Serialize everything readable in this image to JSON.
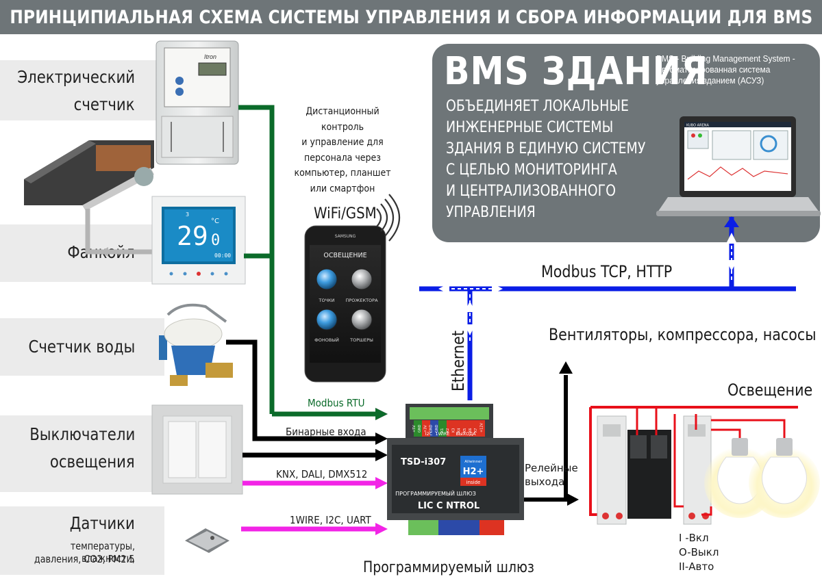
{
  "title": "ПРИНЦИПИАЛЬНАЯ СХЕМА СИСТЕМЫ УПРАВЛЕНИЯ И СБОРА ИНФОРМАЦИИ ДЛЯ BMS",
  "left_labels": {
    "meter_line1": "Электрический",
    "meter_line2": "счетчик",
    "fancoil": "Фанкойл",
    "water_meter": "Счетчик воды",
    "switches_line1": "Выключатели",
    "switches_line2": "освещения",
    "sensors": "Датчики",
    "sensors_sub_line1": "температуры, влажности,",
    "sensors_sub_line2": "давления, CO2, PM2.5"
  },
  "bms": {
    "title": "BMS ЗДАНИЯ",
    "subtitle_line1": "BMS - Building Management System -",
    "subtitle_line2": "Автоматизированная система",
    "subtitle_line3": "управления зданием (АСУЗ)",
    "body": [
      "ОБЪЕДИНЯЕТ ЛОКАЛЬНЫЕ",
      "ИНЖЕНЕРНЫЕ СИСТЕМЫ",
      "ЗДАНИЯ В ЕДИНУЮ СИСТЕМУ",
      "С ЦЕЛЬЮ МОНИТОРИНГА",
      "И ЦЕНТРАЛИЗОВАННОГО",
      "УПРАВЛЕНИЯ"
    ]
  },
  "remote": [
    "Дистанционный",
    "контроль",
    "и управление для",
    "персонала через",
    "компьютер, планшет",
    "или смартфон"
  ],
  "wifi_label": "WiFi/GSM",
  "phone": {
    "brand": "SAMSUNG",
    "screen_title": "ОСВЕЩЕНИЕ",
    "buttons": [
      "ТОЧКИ",
      "ПРОЖЕКТОРА",
      "ФОНОВЫЙ",
      "ТОРШЕРЫ"
    ]
  },
  "thermostat": {
    "temperature": "29",
    "decimal": "0",
    "unit": "°C",
    "time": "00:00",
    "mode": "3"
  },
  "meter": {
    "brand": "Itron"
  },
  "connections": {
    "modbus_tcp": "Modbus TCP, HTTP",
    "ethernet": "Ethernet",
    "modbus_rtu": "Modbus RTU",
    "binary_inputs": "Бинарные входа",
    "knx": "KNX, DALI, DMX512",
    "onewire": "1WIRE, I2C, UART",
    "relay_line1": "Релейные",
    "relay_line2": "выхода",
    "ventilation": "Вентиляторы, компрессора, насосы",
    "lighting": "Освещение"
  },
  "gateway": {
    "model": "TSD-i307",
    "brand": "LIC C NTROL",
    "type": "ПРОГРАММИРУЕМЫЙ ШЛЮЗ",
    "chip_line1": "Allwinner",
    "chip_line2": "H2+",
    "chip_line3": "inside",
    "caption": "Программируемый шлюз",
    "port_labels": [
      "I2C",
      "1WIRE",
      "ВЫХОДА"
    ],
    "pin_labels": [
      "+5V",
      "GND",
      "+3V",
      "GND",
      "GND",
      "K1",
      "K2",
      "K3",
      "K4",
      "K5",
      "K6",
      "K7",
      "+12V"
    ]
  },
  "laptop": {
    "app_title": "KUBO ARENA"
  },
  "relay_legend": [
    "I -Вкл",
    "O-Выкл",
    "II-Авто"
  ],
  "colors": {
    "panel_gray": "#6e7578",
    "band_gray": "#ebebeb",
    "ethernet_blue": "#0a1ee6",
    "modbus_green": "#0b6b2a",
    "binary_black": "#000000",
    "bus_magenta": "#f224e6",
    "lighting_red": "#e8101a"
  }
}
